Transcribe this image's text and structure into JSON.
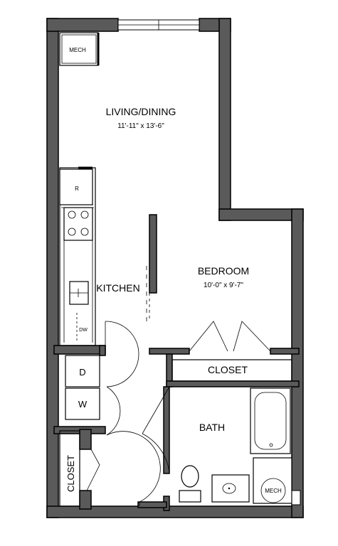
{
  "rooms": {
    "living": {
      "name": "LIVING/DINING",
      "dims": "11'-11\" x 13'-6\""
    },
    "kitchen": {
      "name": "KITCHEN"
    },
    "bedroom": {
      "name": "BEDROOM",
      "dims": "10'-0\" x 9'-7\""
    },
    "bath": {
      "name": "BATH"
    },
    "bedroom_closet": {
      "name": "CLOSET"
    },
    "hall_closet": {
      "name": "CLOSET"
    }
  },
  "fixtures": {
    "mech_top": "MECH",
    "mech_bath": "MECH",
    "refrigerator": "R",
    "dishwasher": "DW",
    "dryer": "D",
    "washer": "W"
  }
}
